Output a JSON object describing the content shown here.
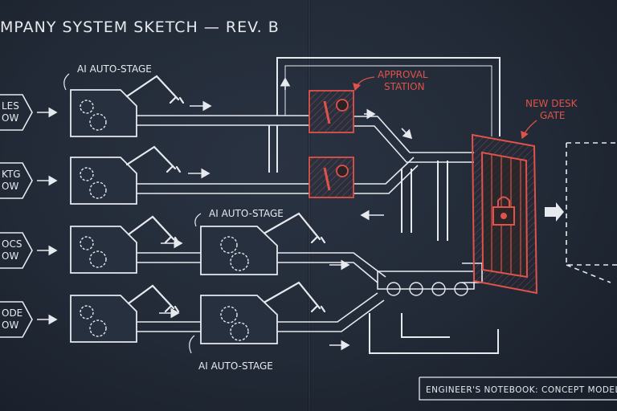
{
  "title": "MPANY SYSTEM SKETCH — REV. B",
  "footer": "ENGINEER'S NOTEBOOK: CONCEPT MODEL -",
  "colors": {
    "paper": "#222a37",
    "chalk": "#e6e9ee",
    "accent": "#e0524a"
  },
  "callouts": {
    "ai_stage_1": "AI AUTO-STAGE",
    "ai_stage_2": "AI AUTO-STAGE",
    "ai_stage_3": "AI AUTO-STAGE",
    "approval_1": "APPROVAL",
    "approval_2": "STATION",
    "gate_1": "NEW DESK",
    "gate_2": "GATE"
  },
  "inputs": [
    {
      "line1": "LES",
      "line2": "OW"
    },
    {
      "line1": "KTG",
      "line2": "OW"
    },
    {
      "line1": "OCS",
      "line2": "OW"
    },
    {
      "line1": "ODE",
      "line2": "OW"
    }
  ],
  "icons": [
    "robot-arm-icon",
    "gear-icon",
    "padlock-icon",
    "gauge-icon",
    "lever-icon",
    "arrow-right-icon"
  ]
}
